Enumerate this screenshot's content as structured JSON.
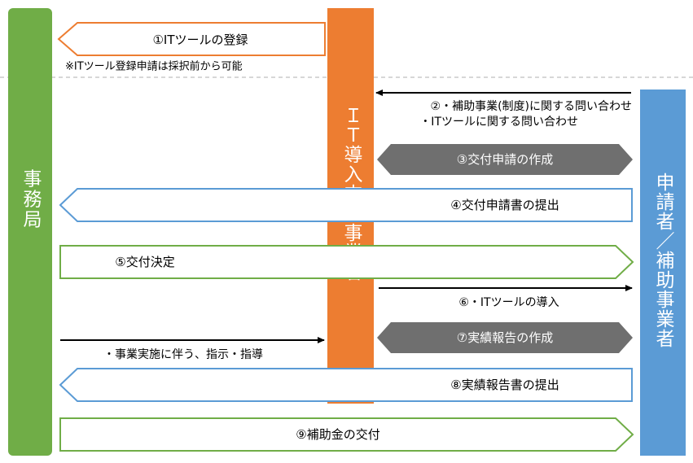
{
  "lanes": {
    "office": "事務局",
    "vendor": "ＩＴ導入支援事業者",
    "applicant": "申請者／補助事業者"
  },
  "steps": {
    "s1": "①ITツールの登録",
    "s1_note": "※ITツール登録申請は採択前から可能",
    "s2_line1": "②・補助事業(制度)に関する問い合わせ",
    "s2_line2": "・ITツールに関する問い合わせ",
    "s3": "③交付申請の作成",
    "s4": "④交付申請書の提出",
    "s5": "⑤交付決定",
    "s6": "⑥・ITツールの導入",
    "s7": "⑦実績報告の作成",
    "s7_note": "・事業実施に伴う、指示・指導",
    "s8": "⑧実績報告書の提出",
    "s9": "⑨補助金の交付"
  },
  "colors": {
    "office_green": "#70AD47",
    "vendor_orange": "#ED7D31",
    "applicant_blue": "#5B9BD5",
    "gray": "#6F6F6F",
    "arrow_black": "#000000"
  }
}
